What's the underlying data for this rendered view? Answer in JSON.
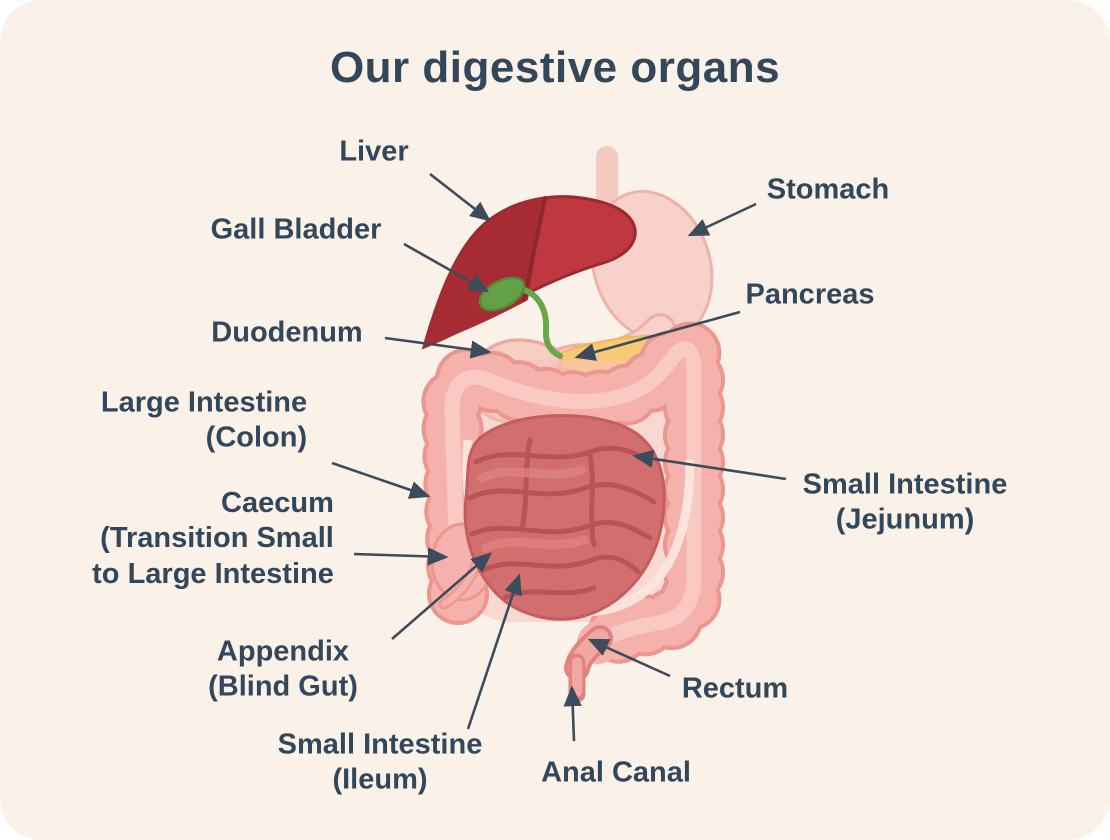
{
  "card": {
    "title": "Our digestive organs"
  },
  "labels": {
    "liver": "Liver",
    "stomach": "Stomach",
    "gall_bladder": "Gall Bladder",
    "pancreas": "Pancreas",
    "duodenum": "Duodenum",
    "large_intestine": {
      "line1": "Large Intestine",
      "line2": "(Colon)"
    },
    "small_intestine_jejunum": {
      "line1": "Small Intestine",
      "line2": "(Jejunum)"
    },
    "caecum": {
      "line1": "Caecum",
      "line2": "(Transition Small",
      "line3": "to Large Intestine"
    },
    "appendix": {
      "line1": "Appendix",
      "line2": "(Blind Gut)"
    },
    "small_intestine_ileum": {
      "line1": "Small Intestine",
      "line2": "(Ileum)"
    },
    "rectum": "Rectum",
    "anal_canal": "Anal Canal"
  },
  "colors": {
    "background": "#faf1e9",
    "text": "#33475b",
    "arrow": "#3d4c5c",
    "liver": "#b8353c",
    "liver_dark": "#a72b33",
    "stomach": "#f8d2ca",
    "gall_bladder": "#63a046",
    "pancreas": "#f9ca74",
    "large_intestine": "#f5b1ab",
    "large_intestine_outline": "#eb968f",
    "small_intestine": "#d26f6e"
  }
}
